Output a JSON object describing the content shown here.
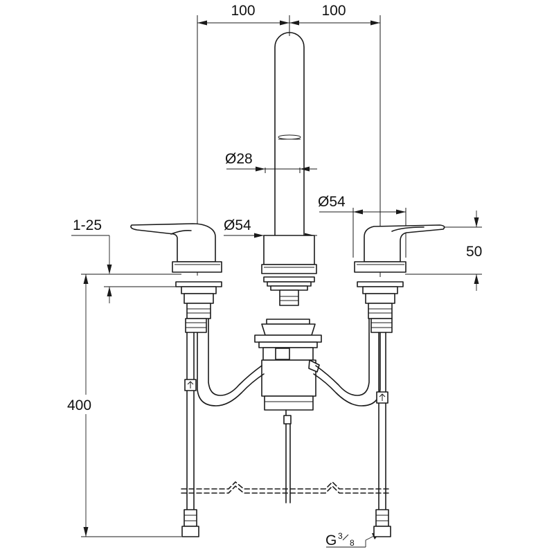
{
  "dimensions": {
    "spacing_left": "100",
    "spacing_right": "100",
    "spout_diameter": "Ø28",
    "spout_base_diameter": "Ø54",
    "handle_base_diameter": "Ø54",
    "deck_thickness": "1-25",
    "handle_height": "50",
    "hose_length": "400",
    "connection_thread": "G",
    "thread_num": "3",
    "thread_den": "8"
  }
}
